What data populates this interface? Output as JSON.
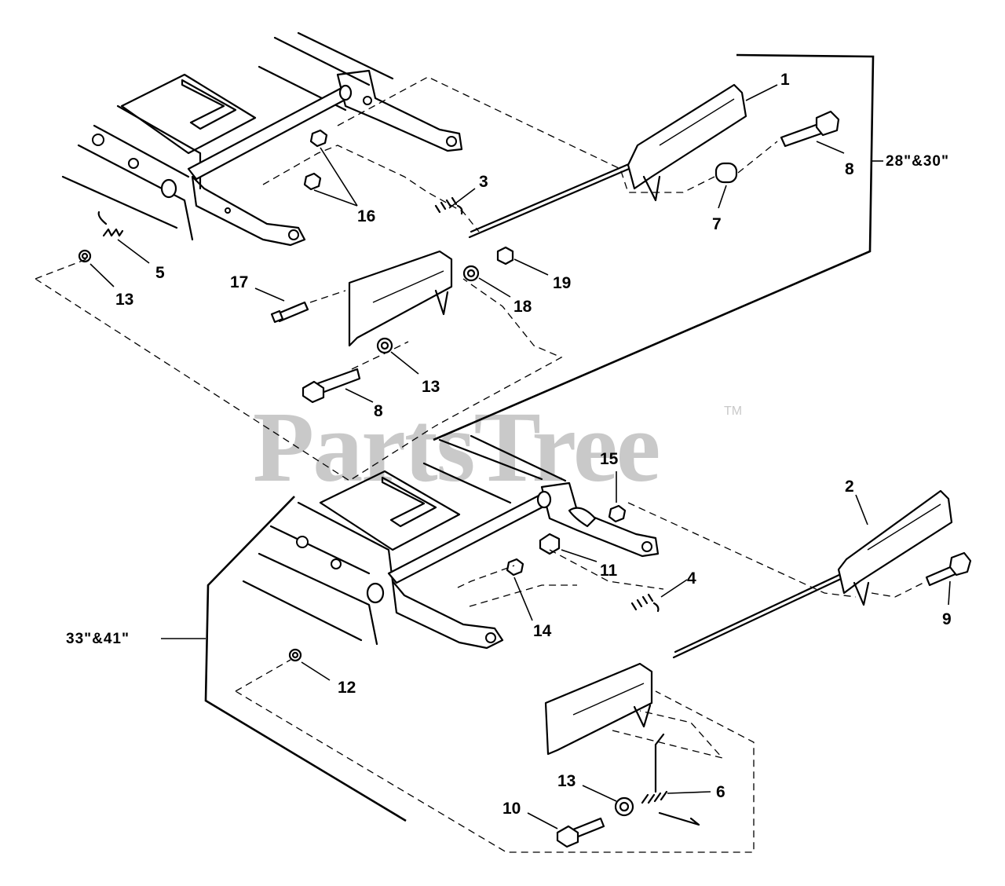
{
  "watermark": {
    "text": "PartsTree",
    "trademark": "TM"
  },
  "groups": {
    "upper": "28\"&30\"",
    "lower": "33\"&41\""
  },
  "callouts": {
    "c1": "1",
    "c2": "2",
    "c3": "3",
    "c4": "4",
    "c5": "5",
    "c6": "6",
    "c7": "7",
    "c8a": "8",
    "c8b": "8",
    "c9": "9",
    "c10": "10",
    "c11": "11",
    "c12": "12",
    "c13a": "13",
    "c13b": "13",
    "c13c": "13",
    "c14": "14",
    "c15": "15",
    "c16": "16",
    "c17": "17",
    "c18": "18",
    "c19": "19"
  }
}
